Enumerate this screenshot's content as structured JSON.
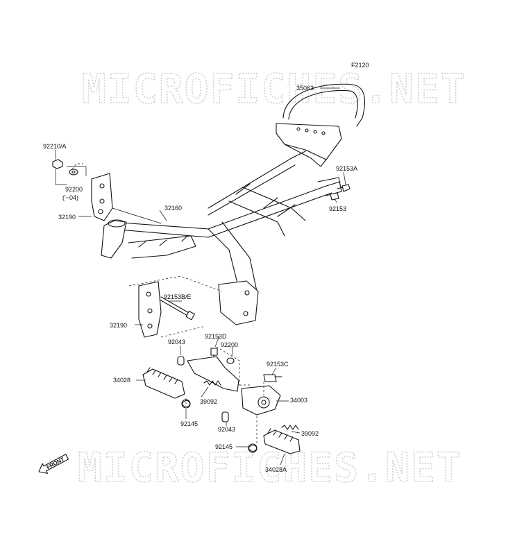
{
  "diagram": {
    "figure_code": "F2120",
    "watermark": "MICROFICHES.NET",
    "front_label": "FRONT",
    "parts": [
      {
        "id": "p35063",
        "label": "35063"
      },
      {
        "id": "p92210",
        "label": "92210/A"
      },
      {
        "id": "p92200a",
        "label": "92200"
      },
      {
        "id": "p92200a_note",
        "label": "('~04)"
      },
      {
        "id": "p32160",
        "label": "32160"
      },
      {
        "id": "p32190a",
        "label": "32190"
      },
      {
        "id": "p92153a",
        "label": "92153A"
      },
      {
        "id": "p92153",
        "label": "92153"
      },
      {
        "id": "p92153be",
        "label": "92153B/E"
      },
      {
        "id": "p32190b",
        "label": "32190"
      },
      {
        "id": "p92153d",
        "label": "92153D"
      },
      {
        "id": "p92043a",
        "label": "92043"
      },
      {
        "id": "p92200b",
        "label": "92200"
      },
      {
        "id": "p92153c",
        "label": "92153C"
      },
      {
        "id": "p34028",
        "label": "34028"
      },
      {
        "id": "p39092a",
        "label": "39092"
      },
      {
        "id": "p34003",
        "label": "34003"
      },
      {
        "id": "p92145a",
        "label": "92145"
      },
      {
        "id": "p92043b",
        "label": "92043"
      },
      {
        "id": "p39092b",
        "label": "39092"
      },
      {
        "id": "p92145b",
        "label": "92145"
      },
      {
        "id": "p34028a",
        "label": "34028A"
      }
    ]
  }
}
